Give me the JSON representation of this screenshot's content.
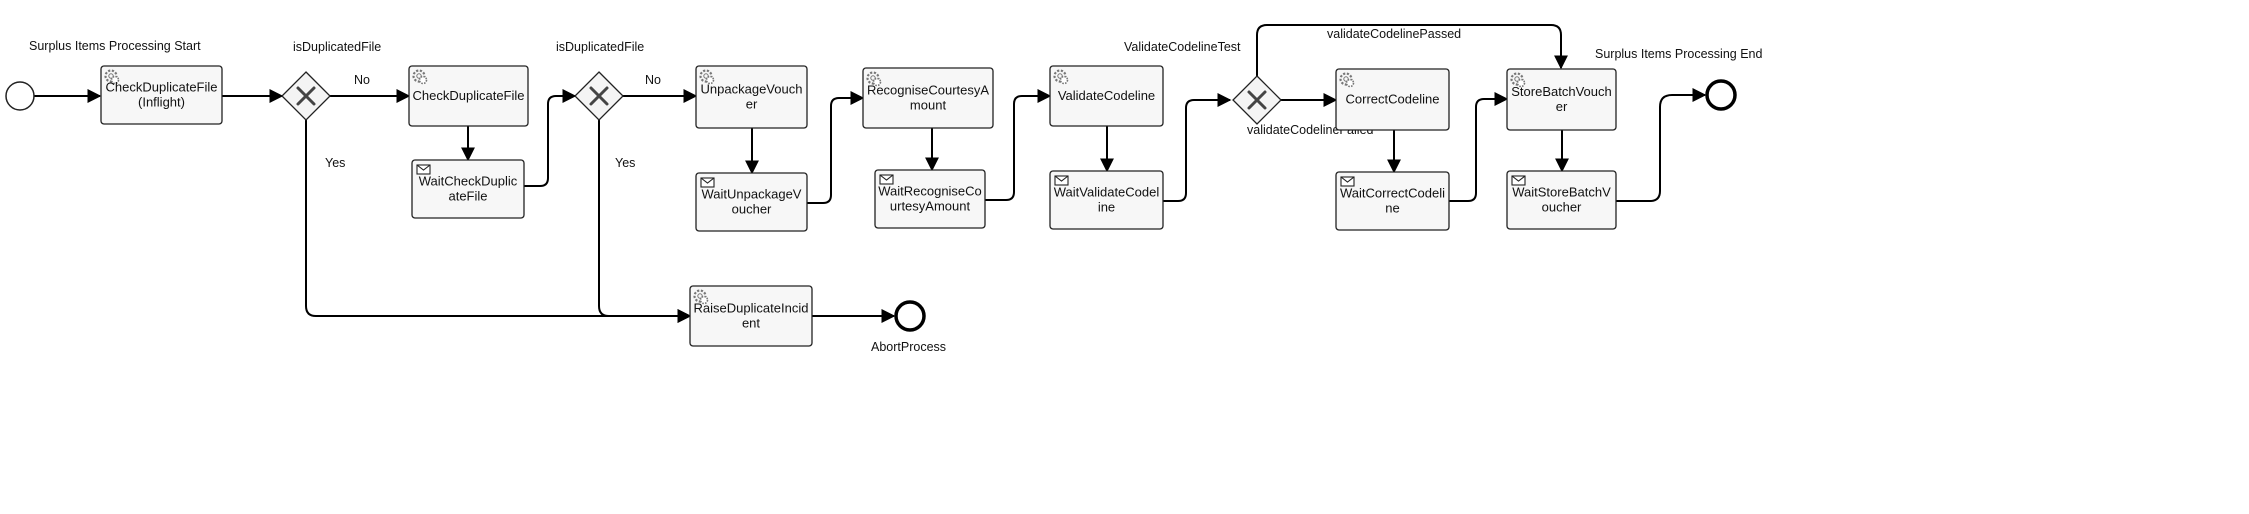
{
  "events": {
    "start": {
      "label": "Surplus Items Processing Start"
    },
    "end": {
      "label": "Surplus Items Processing End"
    },
    "abort": {
      "label": "AbortProcess"
    }
  },
  "gateways": {
    "g1": {
      "label": "isDuplicatedFile",
      "yes": "Yes",
      "no": "No"
    },
    "g2": {
      "label": "isDuplicatedFile",
      "yes": "Yes",
      "no": "No"
    },
    "g3": {
      "label": "ValidateCodelineTest",
      "passed": "validateCodelinePassed",
      "failed": "validateCodelineFailed"
    }
  },
  "tasks": {
    "checkDuplicateInflight": {
      "lines": [
        "CheckDuplicateFile",
        "(Inflight)"
      ],
      "icon": "gear-icon"
    },
    "checkDuplicateFile": {
      "lines": [
        "CheckDuplicateFile"
      ],
      "icon": "gear-icon"
    },
    "waitCheckDuplicateFile": {
      "lines": [
        "WaitCheckDuplic",
        "ateFile"
      ],
      "icon": "envelope-icon"
    },
    "unpackageVoucher": {
      "lines": [
        "UnpackageVouch",
        "er"
      ],
      "icon": "gear-icon"
    },
    "waitUnpackageVoucher": {
      "lines": [
        "WaitUnpackageV",
        "oucher"
      ],
      "icon": "envelope-icon"
    },
    "recogniseCourtesyAmount": {
      "lines": [
        "RecogniseCourtesyA",
        "mount"
      ],
      "icon": "gear-icon"
    },
    "waitRecogniseCourtesyAmount": {
      "lines": [
        "WaitRecogniseCo",
        "urtesyAmount"
      ],
      "icon": "envelope-icon"
    },
    "validateCodeline": {
      "lines": [
        "ValidateCodeline"
      ],
      "icon": "gear-icon"
    },
    "waitValidateCodeline": {
      "lines": [
        "WaitValidateCodel",
        "ine"
      ],
      "icon": "envelope-icon"
    },
    "correctCodeline": {
      "lines": [
        "CorrectCodeline"
      ],
      "icon": "gear-icon"
    },
    "waitCorrectCodeline": {
      "lines": [
        "WaitCorrectCodeli",
        "ne"
      ],
      "icon": "envelope-icon"
    },
    "storeBatchVoucher": {
      "lines": [
        "StoreBatchVouch",
        "er"
      ],
      "icon": "gear-icon"
    },
    "waitStoreBatchVoucher": {
      "lines": [
        "WaitStoreBatchV",
        "oucher"
      ],
      "icon": "envelope-icon"
    },
    "raiseDuplicateIncident": {
      "lines": [
        "RaiseDuplicateIncid",
        "ent"
      ],
      "icon": "gear-icon"
    }
  }
}
